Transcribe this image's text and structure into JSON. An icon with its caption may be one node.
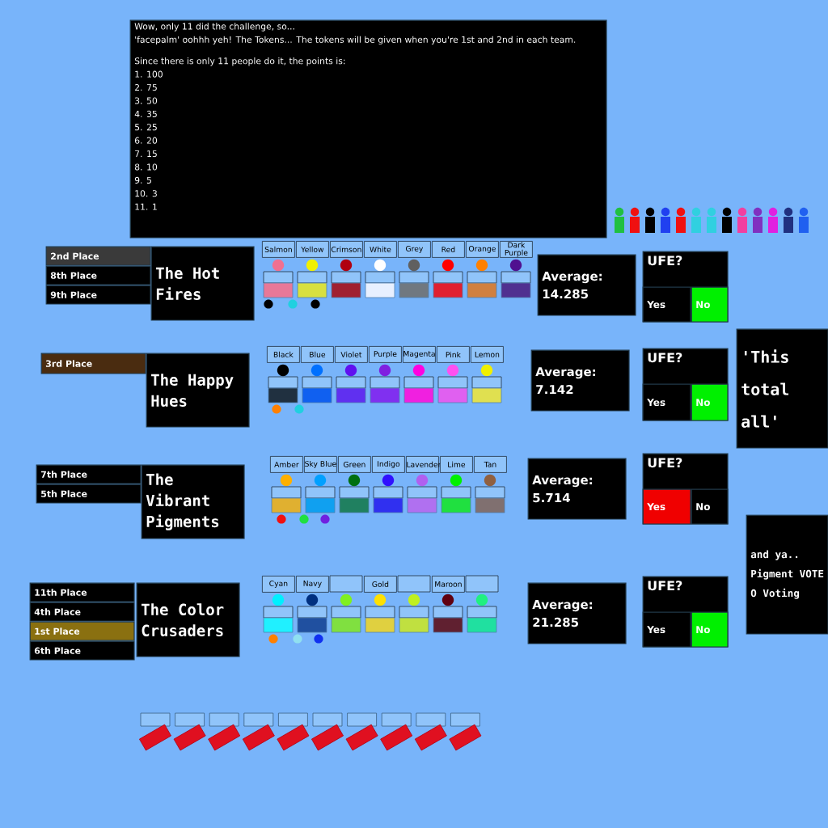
{
  "diagram": {
    "nodes": [
      {
        "text": [
          "Wow, only 11 did the challenge, so...",
          "'facepalm' oohhh yeh! The Tokens... The tokens will be given when you're 1st and 2nd in each team.",
          "Since there is only 11 people do it, the points is:",
          "1. 100",
          "2. 75",
          "3. 50",
          "4. 35",
          "5. 25",
          "6. 20",
          "7. 15",
          "8. 10",
          "9. 5",
          "10. 3",
          "11. 1"
        ]
      },
      {
        "text": [
          "2nd Place"
        ]
      },
      {
        "text": [
          "8th Place"
        ]
      },
      {
        "text": [
          "9th Place"
        ]
      },
      {
        "text": [
          "The Hot Fires"
        ]
      },
      {
        "text": [
          "Average: 14.285"
        ]
      },
      {
        "text": [
          "UFE?"
        ]
      },
      {
        "text": [
          "Yes"
        ],
        "in": 6
      },
      {
        "text": [
          "No"
        ],
        "in": 6
      },
      {
        "text": [
          "'This total all'"
        ]
      },
      {
        "text": [
          "3rd Place"
        ]
      },
      {
        "text": [
          "The Happy Hues"
        ]
      },
      {
        "text": [
          "Average: 7.142"
        ]
      },
      {
        "text": [
          "UFE?"
        ]
      },
      {
        "text": [
          "Yes"
        ],
        "in": 13
      },
      {
        "text": [
          "No"
        ],
        "in": 13
      },
      {
        "text": [
          "7th Place"
        ]
      },
      {
        "text": [
          "5th Place"
        ]
      },
      {
        "text": [
          "The Vibrant Pigments"
        ]
      },
      {
        "text": [
          "Average: 5.714"
        ]
      },
      {
        "text": [
          "UFE?"
        ]
      },
      {
        "text": [
          "Yes"
        ],
        "in": 20
      },
      {
        "text": [
          "No"
        ],
        "in": 20
      },
      {
        "text": [
          "and ya.. Pigment VOTE O Voting"
        ]
      },
      {
        "text": [
          "11th Place"
        ]
      },
      {
        "text": [
          "4th Place"
        ]
      },
      {
        "text": [
          "1st Place"
        ]
      },
      {
        "text": [
          "6th Place"
        ]
      },
      {
        "text": [
          "The Color Crusaders"
        ]
      },
      {
        "text": [
          "Average: 21.285"
        ]
      },
      {
        "text": [
          "UFE?"
        ]
      },
      {
        "text": [
          "Yes"
        ],
        "in": 30
      },
      {
        "text": [
          "No"
        ],
        "in": 30
      }
    ],
    "labels": [
      "Salmon",
      "Yellow",
      "Crimson",
      "White",
      "Grey",
      "Red",
      "Orange",
      "Dark Purple",
      "Black",
      "Blue",
      "Violet",
      "Purple",
      "Magenta",
      "Pink",
      "Lemon",
      "Amber",
      "Sky Blue",
      "Green",
      "Indigo",
      "Lavender",
      "Lime",
      "Tan",
      "Cyan",
      "Navy",
      "Gold",
      "Maroon"
    ]
  }
}
